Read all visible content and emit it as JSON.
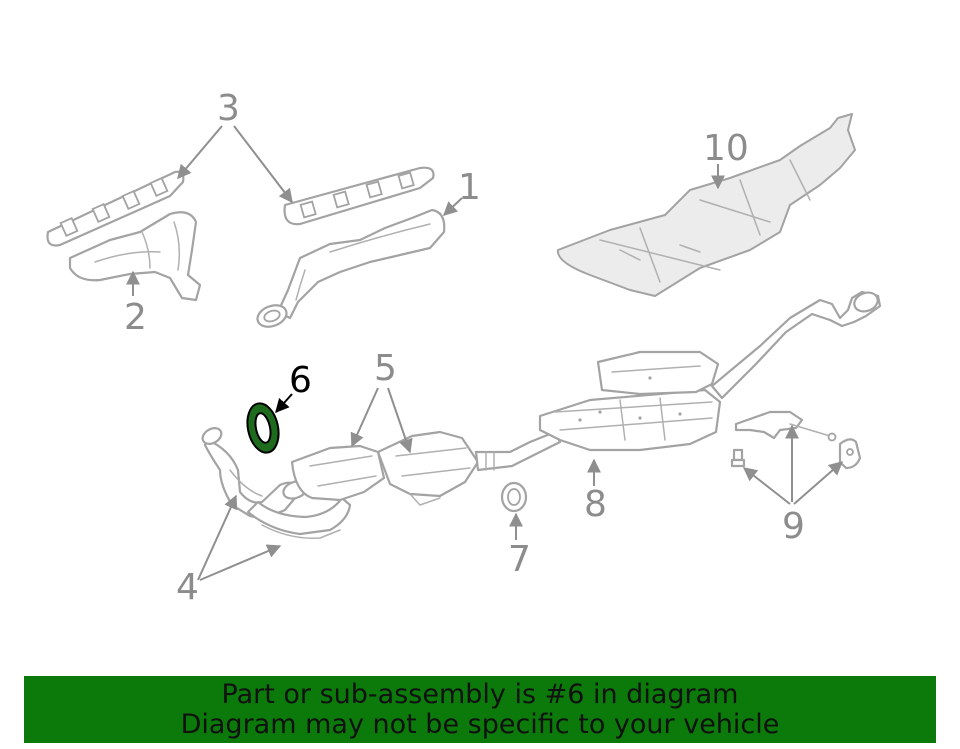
{
  "diagram": {
    "callouts": [
      {
        "id": "1",
        "label": "1"
      },
      {
        "id": "2",
        "label": "2"
      },
      {
        "id": "3",
        "label": "3"
      },
      {
        "id": "4",
        "label": "4"
      },
      {
        "id": "5",
        "label": "5"
      },
      {
        "id": "6",
        "label": "6",
        "highlighted": true
      },
      {
        "id": "7",
        "label": "7"
      },
      {
        "id": "8",
        "label": "8"
      },
      {
        "id": "9",
        "label": "9"
      },
      {
        "id": "10",
        "label": "10"
      }
    ],
    "highlight_color": "#0b7a0b",
    "line_color": "#a3a3a3"
  },
  "banner": {
    "line1": "Part or sub-assembly is #6 in diagram",
    "line2": "Diagram may not be specific to your vehicle",
    "background": "#0b7a0b"
  }
}
